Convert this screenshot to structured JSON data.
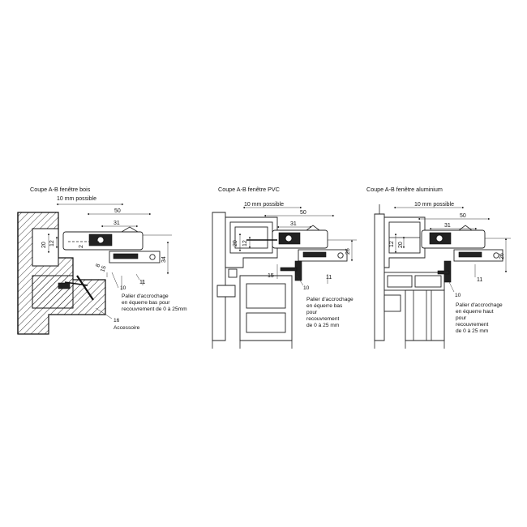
{
  "colors": {
    "ink": "#222222",
    "background": "#ffffff"
  },
  "panels": [
    {
      "title": "Coupe A-B fenêtre bois",
      "dim_10mm": "10 mm possible",
      "dims": {
        "d50": "50",
        "d31": "31",
        "d20": "20",
        "d12": "12",
        "d2": "2",
        "d8": "8",
        "d15": "15",
        "d34": "34",
        "d11": "11"
      },
      "callout_num": "10",
      "callout_lines": [
        "Palier d'accrochage",
        "en équerre bas pour",
        "recouvrement de 0 à 25mm"
      ],
      "extra_num": "16",
      "extra_label": "Accessoire"
    },
    {
      "title": "Coupe A-B fenêtre PVC",
      "dim_10mm": "10 mm possible",
      "dims": {
        "d50": "50",
        "d31": "31",
        "d20": "20",
        "d12": "12",
        "d26": "26",
        "d11": "11",
        "d15": "15"
      },
      "callout_num": "10",
      "callout_lines": [
        "Palier d'accrochage",
        "en équerre bas",
        "pour",
        "recouvrement",
        "de 0 à 25 mm"
      ]
    },
    {
      "title": "Coupe A-B fenêtre aluminium",
      "dim_10mm": "10 mm possible",
      "dims": {
        "d50": "50",
        "d31": "31",
        "d12": "12",
        "d20": "20",
        "d26": "26",
        "d11": "11"
      },
      "callout_num": "10",
      "callout_lines": [
        "Palier d'accrochage",
        "en équerre haut",
        "pour",
        "recouvrement",
        "de 0 à 25 mm"
      ]
    }
  ]
}
